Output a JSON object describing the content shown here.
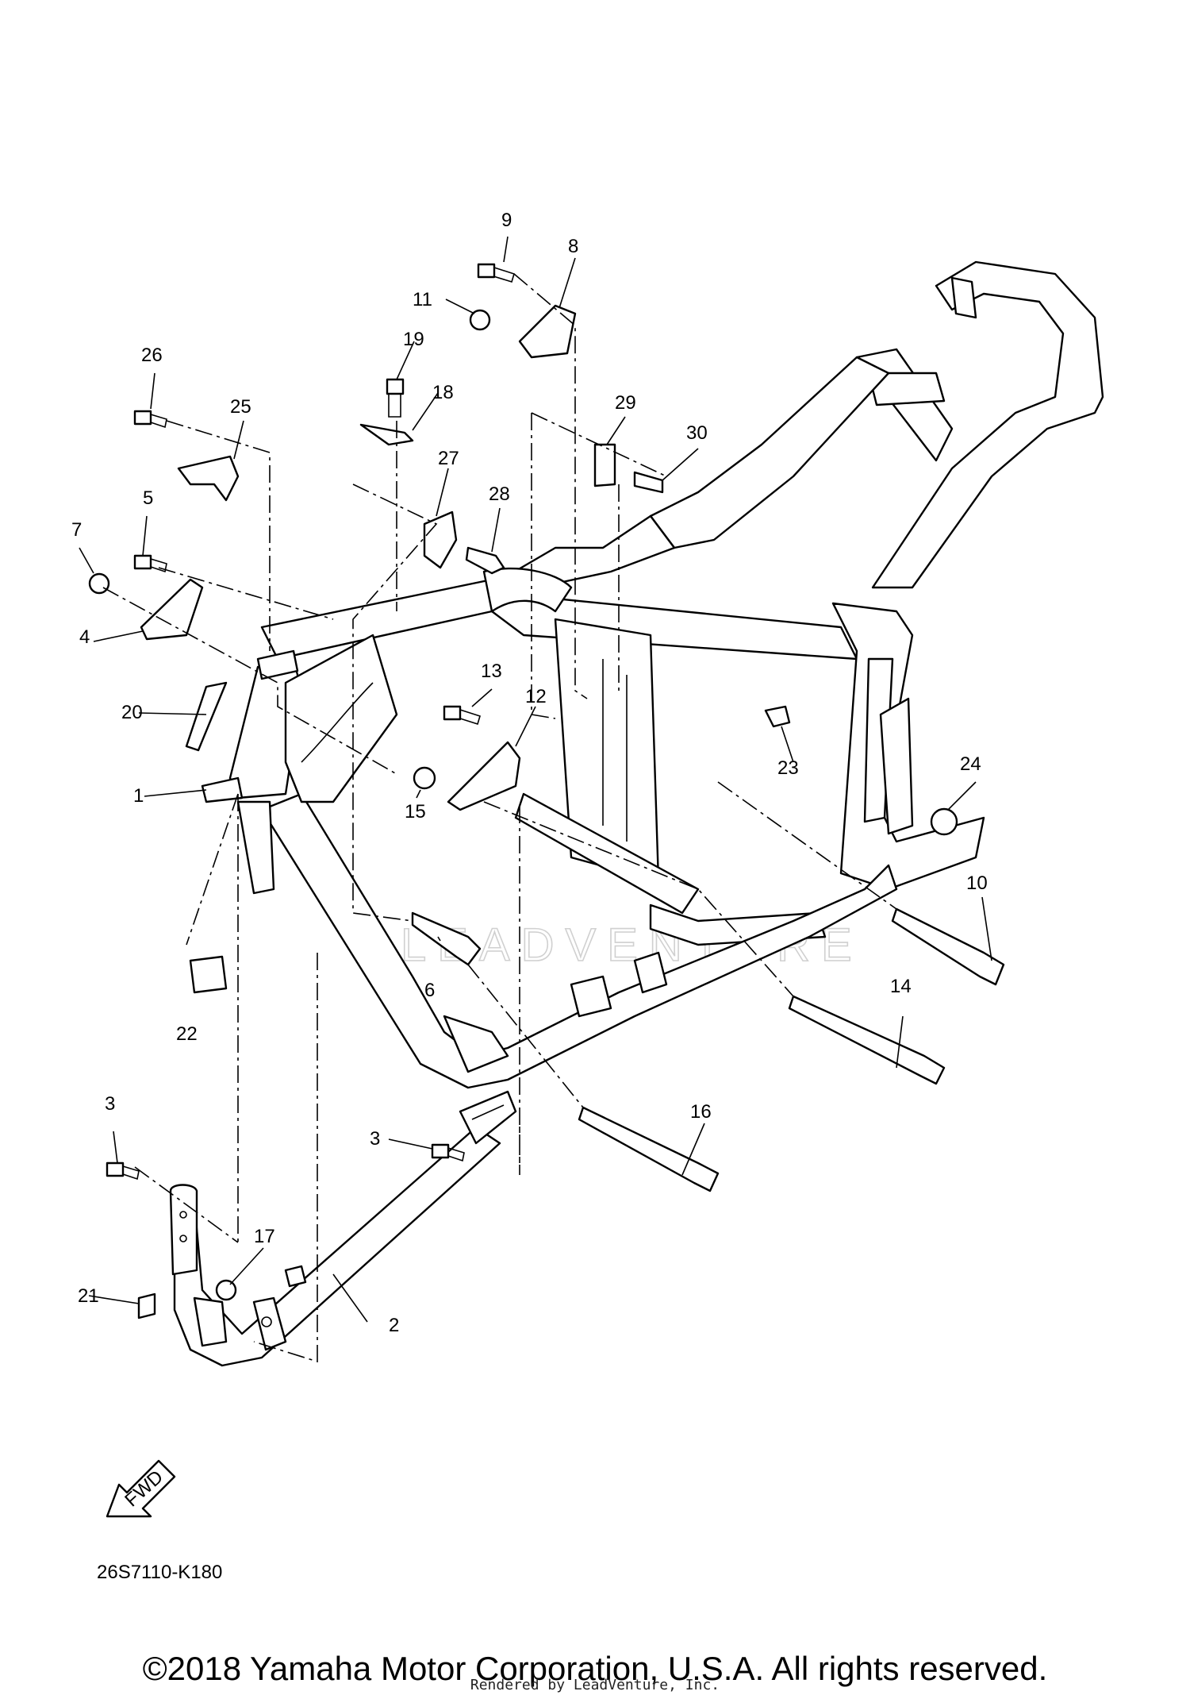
{
  "diagram": {
    "part_code": "26S7110-K180",
    "direction_label": "FWD",
    "watermark": "LEADVENTURE",
    "callouts": [
      "1",
      "2",
      "3",
      "3",
      "4",
      "5",
      "6",
      "7",
      "8",
      "9",
      "10",
      "11",
      "12",
      "13",
      "14",
      "15",
      "16",
      "17",
      "18",
      "19",
      "20",
      "21",
      "22",
      "23",
      "24",
      "25",
      "26",
      "27",
      "28",
      "29",
      "30"
    ]
  },
  "footer": {
    "copyright": "©2018 Yamaha Motor Corporation, U.S.A. All rights reserved.",
    "rendered_by": "Rendered by LeadVenture, Inc."
  }
}
